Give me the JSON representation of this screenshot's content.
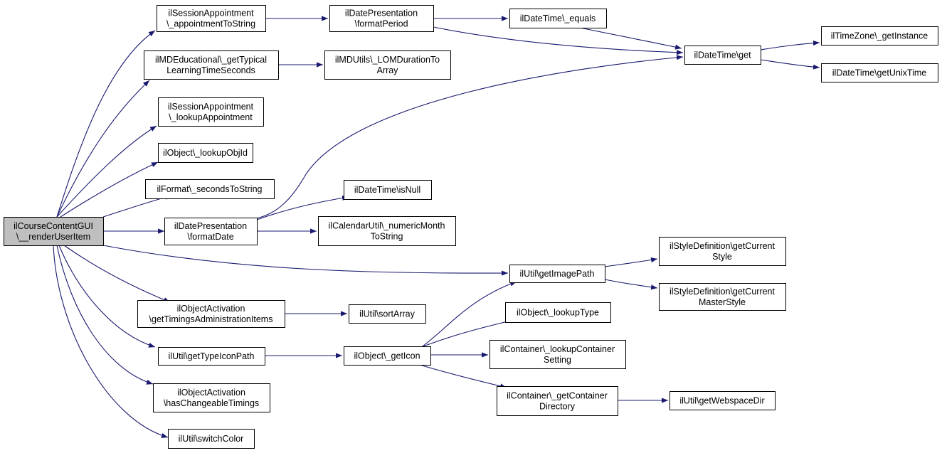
{
  "diagram": {
    "colors": {
      "edge": "#191970",
      "node_fill": "#ffffff",
      "root_fill": "#bfbfbf",
      "node_border": "#000000"
    },
    "nodes": [
      {
        "id": "root",
        "lines": [
          "ilCourseContentGUI",
          "\\__renderUserItem"
        ],
        "root": true
      },
      {
        "id": "sa_tostring",
        "lines": [
          "ilSessionAppointment",
          "\\_appointmentToString"
        ]
      },
      {
        "id": "dp_period",
        "lines": [
          "ilDatePresentation",
          "\\formatPeriod"
        ]
      },
      {
        "id": "dt_equals",
        "lines": [
          "ilDateTime\\_equals"
        ]
      },
      {
        "id": "dt_get",
        "lines": [
          "ilDateTime\\get"
        ]
      },
      {
        "id": "tz_instance",
        "lines": [
          "ilTimeZone\\_getInstance"
        ]
      },
      {
        "id": "dt_unix",
        "lines": [
          "ilDateTime\\getUnixTime"
        ]
      },
      {
        "id": "md_edu",
        "lines": [
          "ilMDEducational\\_getTypical",
          "LearningTimeSeconds"
        ]
      },
      {
        "id": "md_lom",
        "lines": [
          "ilMDUtils\\_LOMDurationTo",
          "Array"
        ]
      },
      {
        "id": "sa_lookup",
        "lines": [
          "ilSessionAppointment",
          "\\_lookupAppointment"
        ]
      },
      {
        "id": "obj_lookupid",
        "lines": [
          "ilObject\\_lookupObjId"
        ]
      },
      {
        "id": "fmt_seconds",
        "lines": [
          "ilFormat\\_secondsToString"
        ]
      },
      {
        "id": "dt_isnull",
        "lines": [
          "ilDateTime\\isNull"
        ]
      },
      {
        "id": "dp_date",
        "lines": [
          "ilDatePresentation",
          "\\formatDate"
        ]
      },
      {
        "id": "cal_month",
        "lines": [
          "ilCalendarUtil\\_numericMonth",
          "ToString"
        ]
      },
      {
        "id": "sd_style",
        "lines": [
          "ilStyleDefinition\\getCurrent",
          "Style"
        ]
      },
      {
        "id": "util_image",
        "lines": [
          "ilUtil\\getImagePath"
        ]
      },
      {
        "id": "sd_master",
        "lines": [
          "ilStyleDefinition\\getCurrent",
          "MasterStyle"
        ]
      },
      {
        "id": "oa_timings",
        "lines": [
          "ilObjectActivation",
          "\\getTimingsAdministrationItems"
        ]
      },
      {
        "id": "util_sort",
        "lines": [
          "ilUtil\\sortArray"
        ]
      },
      {
        "id": "obj_lookuptype",
        "lines": [
          "ilObject\\_lookupType"
        ]
      },
      {
        "id": "util_typeicon",
        "lines": [
          "ilUtil\\getTypeIconPath"
        ]
      },
      {
        "id": "obj_geticon",
        "lines": [
          "ilObject\\_getIcon"
        ]
      },
      {
        "id": "cont_lookup",
        "lines": [
          "ilContainer\\_lookupContainer",
          "Setting"
        ]
      },
      {
        "id": "cont_dir",
        "lines": [
          "ilContainer\\_getContainer",
          "Directory"
        ]
      },
      {
        "id": "util_webspace",
        "lines": [
          "ilUtil\\getWebspaceDir"
        ]
      },
      {
        "id": "oa_changeable",
        "lines": [
          "ilObjectActivation",
          "\\hasChangeableTimings"
        ]
      },
      {
        "id": "util_switch",
        "lines": [
          "ilUtil\\switchColor"
        ]
      }
    ],
    "edges": [
      [
        "root",
        "sa_tostring"
      ],
      [
        "root",
        "md_edu"
      ],
      [
        "root",
        "sa_lookup"
      ],
      [
        "root",
        "obj_lookupid"
      ],
      [
        "root",
        "fmt_seconds"
      ],
      [
        "root",
        "dp_date"
      ],
      [
        "root",
        "util_image"
      ],
      [
        "root",
        "oa_timings"
      ],
      [
        "root",
        "util_typeicon"
      ],
      [
        "root",
        "oa_changeable"
      ],
      [
        "root",
        "util_switch"
      ],
      [
        "sa_tostring",
        "dp_period"
      ],
      [
        "dp_period",
        "dt_equals"
      ],
      [
        "dp_period",
        "dt_get"
      ],
      [
        "dt_equals",
        "dt_get"
      ],
      [
        "dt_get",
        "tz_instance"
      ],
      [
        "dt_get",
        "dt_unix"
      ],
      [
        "md_edu",
        "md_lom"
      ],
      [
        "dp_date",
        "dt_get"
      ],
      [
        "dp_date",
        "dt_isnull"
      ],
      [
        "dp_date",
        "cal_month"
      ],
      [
        "util_image",
        "sd_style"
      ],
      [
        "util_image",
        "sd_master"
      ],
      [
        "oa_timings",
        "util_sort"
      ],
      [
        "util_typeicon",
        "obj_geticon"
      ],
      [
        "obj_geticon",
        "util_image"
      ],
      [
        "obj_geticon",
        "obj_lookuptype"
      ],
      [
        "obj_geticon",
        "cont_lookup"
      ],
      [
        "obj_geticon",
        "cont_dir"
      ],
      [
        "cont_dir",
        "util_webspace"
      ]
    ]
  }
}
